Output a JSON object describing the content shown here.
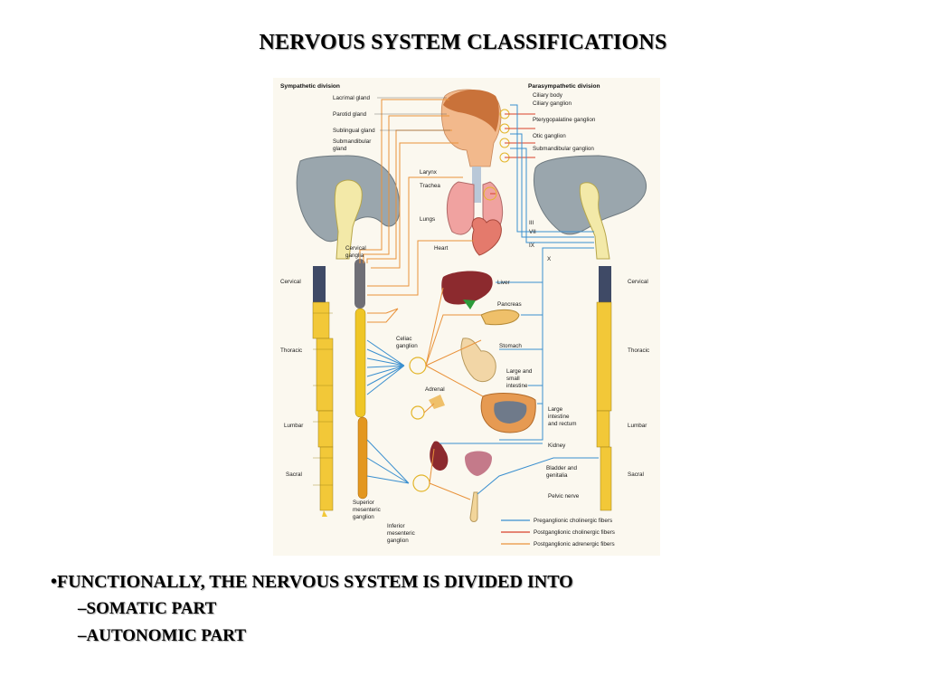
{
  "title": "NERVOUS SYSTEM CLASSIFICATIONS",
  "figure": {
    "sympathetic_title": "Sympathetic division",
    "parasympathetic_title": "Parasympathetic division",
    "left_labels": [
      "Lacrimal gland",
      "Parotid gland",
      "Sublingual gland",
      "Submandibular",
      "gland"
    ],
    "right_top_labels": [
      "Ciliary body",
      "Ciliary ganglion",
      "Pterygopalatine ganglion",
      "Otic ganglion",
      "Submandibular ganglion"
    ],
    "organ_labels": [
      "Larynx",
      "Trachea",
      "Lungs",
      "Heart",
      "Liver",
      "Pancreas",
      "Stomach",
      "Large and",
      "small",
      "intestine",
      "Adrenal",
      "Large",
      "intestine",
      "and rectum",
      "Kidney",
      "Bladder and",
      "genitalia",
      "Pelvic nerve"
    ],
    "cranial_nerves": [
      "III",
      "VII",
      "IX",
      "X"
    ],
    "ganglia_labels": [
      "Cervical",
      "ganglia",
      "Celiac",
      "ganglion",
      "Superior",
      "mesenteric",
      "ganglion",
      "Inferior",
      "mesenteric",
      "ganglion"
    ],
    "region_labels_left": [
      "Cervical",
      "Thoracic",
      "Lumbar",
      "Sacral"
    ],
    "region_labels_right": [
      "Cervical",
      "Thoracic",
      "Lumbar",
      "Sacral"
    ],
    "legend": [
      {
        "label": "Preganglionic cholinergic fibers",
        "color": "#3a8fcf"
      },
      {
        "label": "Postganglionic cholinergic fibers",
        "color": "#d8402a"
      },
      {
        "label": "Postganglionic adrenergic fibers",
        "color": "#e9923a"
      }
    ]
  },
  "bullets": {
    "main": "•FUNCTIONALLY, THE NERVOUS SYSTEM IS DIVIDED INTO",
    "items": [
      "–SOMATIC PART",
      "–AUTONOMIC PART"
    ]
  }
}
